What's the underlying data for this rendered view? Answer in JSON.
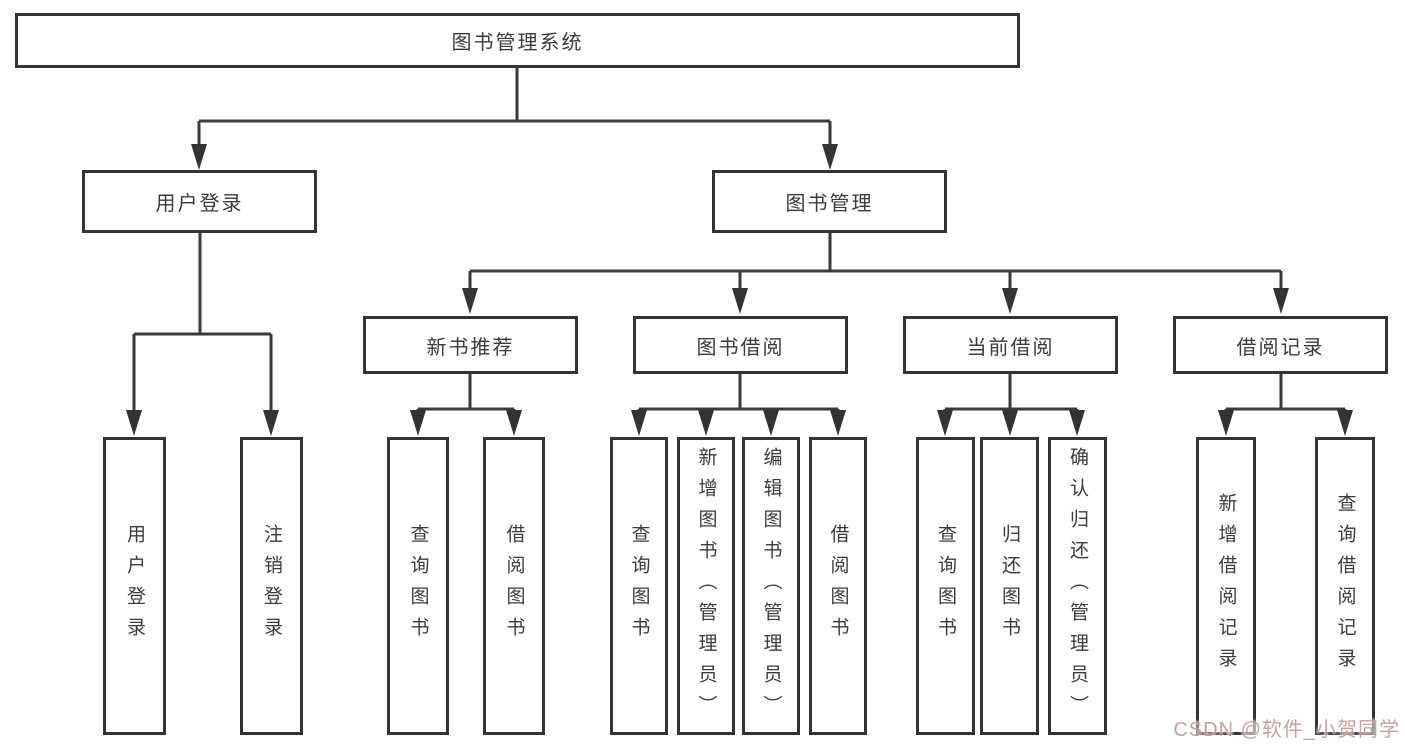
{
  "chart": {
    "root": {
      "label": "图书管理系统"
    },
    "children": [
      {
        "label": "用户登录",
        "children": [
          {
            "label": "用户登录"
          },
          {
            "label": "注销登录"
          }
        ]
      },
      {
        "label": "图书管理",
        "children": [
          {
            "label": "新书推荐",
            "children": [
              {
                "label": "查询图书"
              },
              {
                "label": "借阅图书"
              }
            ]
          },
          {
            "label": "图书借阅",
            "children": [
              {
                "label": "查询图书"
              },
              {
                "label": "新增图书（管理员）"
              },
              {
                "label": "编辑图书（管理员）"
              },
              {
                "label": "借阅图书"
              }
            ]
          },
          {
            "label": "当前借阅",
            "children": [
              {
                "label": "查询图书"
              },
              {
                "label": "归还图书"
              },
              {
                "label": "确认归还（管理员）"
              }
            ]
          },
          {
            "label": "借阅记录",
            "children": [
              {
                "label": "新增借阅记录"
              },
              {
                "label": "查询借阅记录"
              }
            ]
          }
        ]
      }
    ]
  },
  "watermark": {
    "text": "CSDN @软件_小贺同学"
  },
  "colors": {
    "line": "#3a3a3a",
    "box_border": "#333333",
    "text": "#3b3b3b",
    "watermark": "#bc8e8e",
    "background": "#ffffff"
  }
}
